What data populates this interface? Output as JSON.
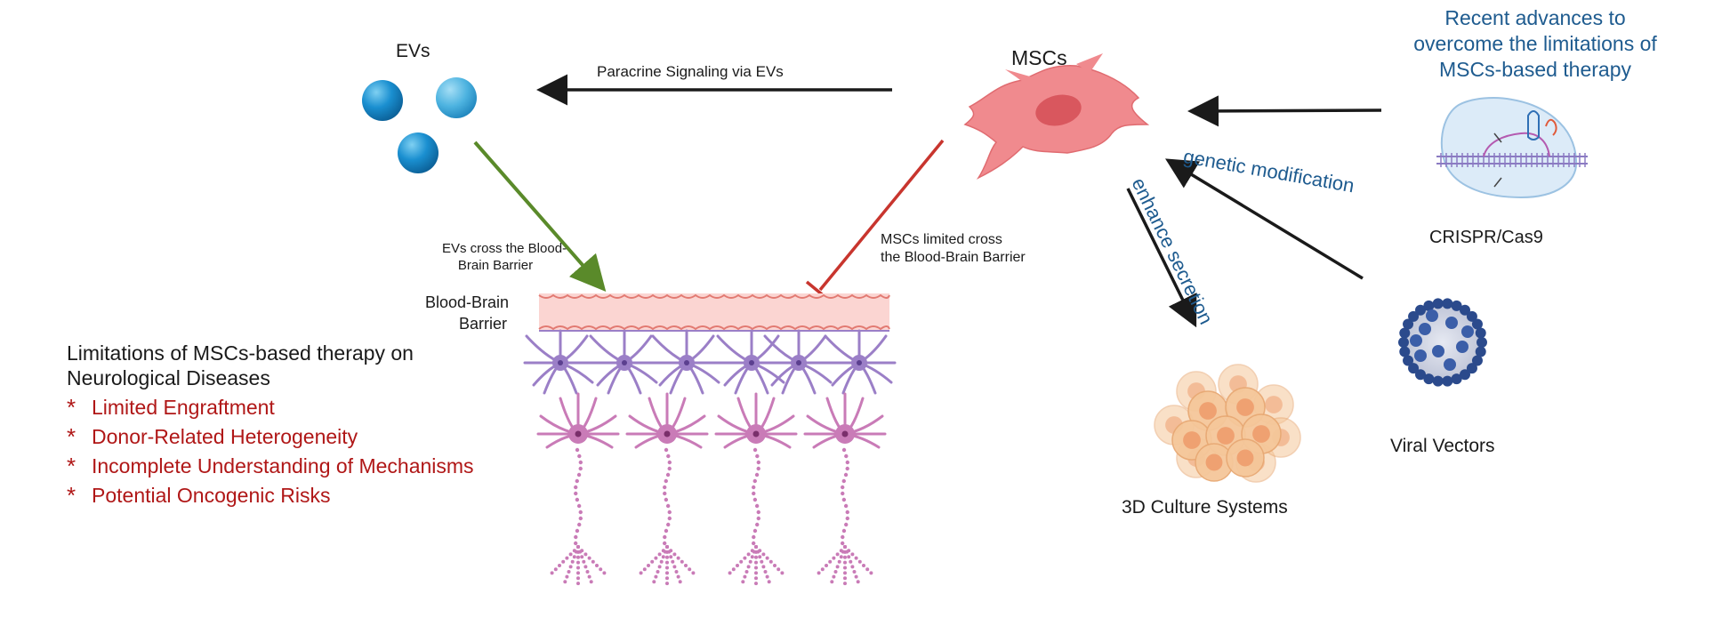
{
  "labels": {
    "evs": "EVs",
    "mscs": "MSCs",
    "paracrine": "Paracrine Signaling via EVs",
    "evs_cross_1": "EVs cross the Blood-",
    "evs_cross_2": "Brain Barrier",
    "mscs_limited_1": "MSCs limited cross",
    "mscs_limited_2": "the Blood-Brain Barrier",
    "bbb_1": "Blood-Brain",
    "bbb_2": "Barrier",
    "genetic_modification": "genetic modification",
    "enhance_secretion": "enhance secretion",
    "crispr": "CRISPR/Cas9",
    "viral_vectors": "Viral Vectors",
    "culture_3d": "3D Culture Systems"
  },
  "advances": {
    "line1": "Recent advances to",
    "line2": "overcome the limitations of",
    "line3": "MSCs-based therapy"
  },
  "limitations": {
    "title_line1": "Limitations of MSCs-based therapy on",
    "title_line2": "Neurological Diseases",
    "bullet": "*",
    "items": [
      "Limited Engraftment",
      "Donor-Related Heterogeneity",
      "Incomplete Understanding of Mechanisms",
      "Potential Oncogenic Risks"
    ]
  },
  "colors": {
    "ev_blue": "#1a8fd0",
    "ev_light_blue": "#4db3e0",
    "msc_pink": "#f08a8e",
    "green_arrow": "#5a8a2a",
    "red_inhibit": "#c8352e",
    "text_blue": "#1e5b8f",
    "text_red": "#b01717",
    "bbb_fill": "#fbd5d2",
    "neuron_purple": "#9b7fc7",
    "neuron_pink": "#c97bb7",
    "spheroid": "#f5c79a"
  }
}
